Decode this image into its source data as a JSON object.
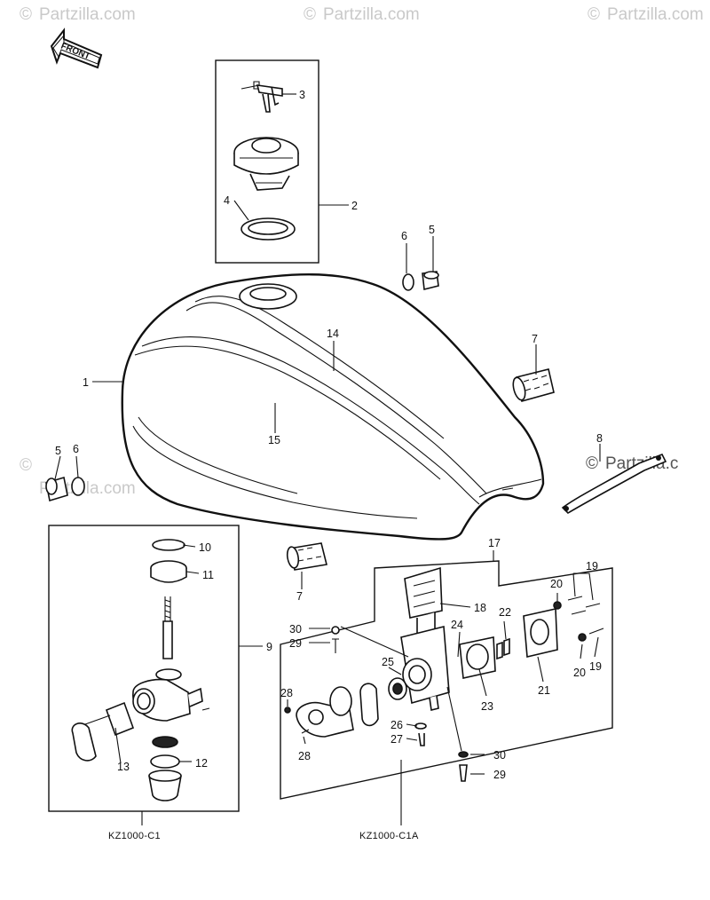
{
  "watermark": {
    "text": "Partzilla.com",
    "text_overlay": "Partzilla.c",
    "copyright": "©"
  },
  "front_arrow": {
    "label": "FRONT"
  },
  "callouts": {
    "n1": "1",
    "n2": "2",
    "n3": "3",
    "n4": "4",
    "n5a": "5",
    "n5b": "5",
    "n6a": "6",
    "n6b": "6",
    "n7a": "7",
    "n7b": "7",
    "n8": "8",
    "n9": "9",
    "n10": "10",
    "n11": "11",
    "n12": "12",
    "n13": "13",
    "n14": "14",
    "n15": "15",
    "n17": "17",
    "n18": "18",
    "n19a": "19",
    "n19b": "19",
    "n20a": "20",
    "n20b": "20",
    "n21": "21",
    "n22": "22",
    "n23": "23",
    "n24": "24",
    "n25": "25",
    "n26": "26",
    "n27": "27",
    "n28a": "28",
    "n28b": "28",
    "n29a": "29",
    "n29b": "29",
    "n30a": "30",
    "n30b": "30"
  },
  "captions": {
    "left": "KZ1000-C1",
    "right": "KZ1000-C1A"
  }
}
